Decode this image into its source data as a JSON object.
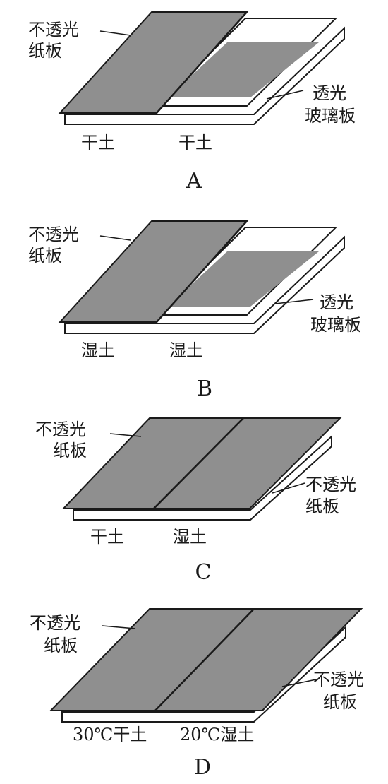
{
  "colors": {
    "opaque_board": "#8f8f8f",
    "glass": "#ffffff",
    "line": "#1a1a1a"
  },
  "setups": [
    {
      "caption": "A",
      "left_board_label": [
        "不透光",
        "纸板"
      ],
      "right_board_label": [
        "透光",
        "玻璃板"
      ],
      "left_soil": "干土",
      "right_soil": "干土",
      "right_cover": "glass"
    },
    {
      "caption": "B",
      "left_board_label": [
        "不透光",
        "纸板"
      ],
      "right_board_label": [
        "透光",
        "玻璃板"
      ],
      "left_soil": "湿土",
      "right_soil": "湿土",
      "right_cover": "glass"
    },
    {
      "caption": "C",
      "left_board_label": [
        "不透光",
        "纸板"
      ],
      "right_board_label": [
        "不透光",
        "纸板"
      ],
      "left_soil": "干土",
      "right_soil": "湿土",
      "right_cover": "opaque"
    },
    {
      "caption": "D",
      "left_board_label": [
        "不透光",
        "纸板"
      ],
      "right_board_label": [
        "不透光",
        "纸板"
      ],
      "left_soil": "30℃干土",
      "right_soil": "20℃湿土",
      "right_cover": "opaque"
    }
  ]
}
